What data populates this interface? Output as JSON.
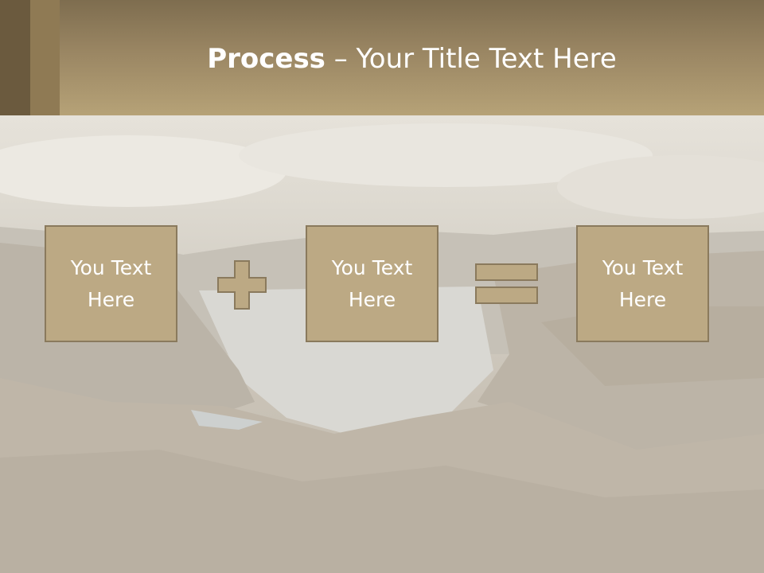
{
  "slide": {
    "title_bold": "Process",
    "title_rest": " – Your Title Text Here",
    "boxes": [
      {
        "text": "You Text Here"
      },
      {
        "text": "You Text Here"
      },
      {
        "text": "You Text Here"
      }
    ],
    "operators": [
      "plus-icon",
      "equals-icon"
    ]
  },
  "colors": {
    "header": "#9a8663",
    "box_fill": "#bca984",
    "box_border": "#8a7a5d",
    "text": "#ffffff"
  }
}
